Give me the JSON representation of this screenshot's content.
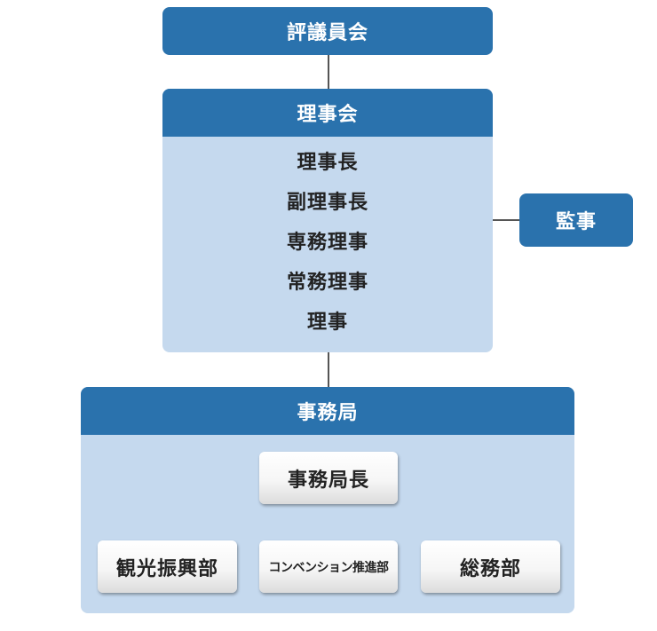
{
  "hyogiinkai": {
    "label": "評議員会"
  },
  "rijikai": {
    "title": "理事会",
    "members": [
      "理事長",
      "副理事長",
      "専務理事",
      "常務理事",
      "理事"
    ]
  },
  "kanji": {
    "label": "監事"
  },
  "jimukyoku": {
    "title": "事務局",
    "head": "事務局長",
    "departments": [
      "観光振興部",
      "コンベンション推進部",
      "総務部"
    ]
  }
}
